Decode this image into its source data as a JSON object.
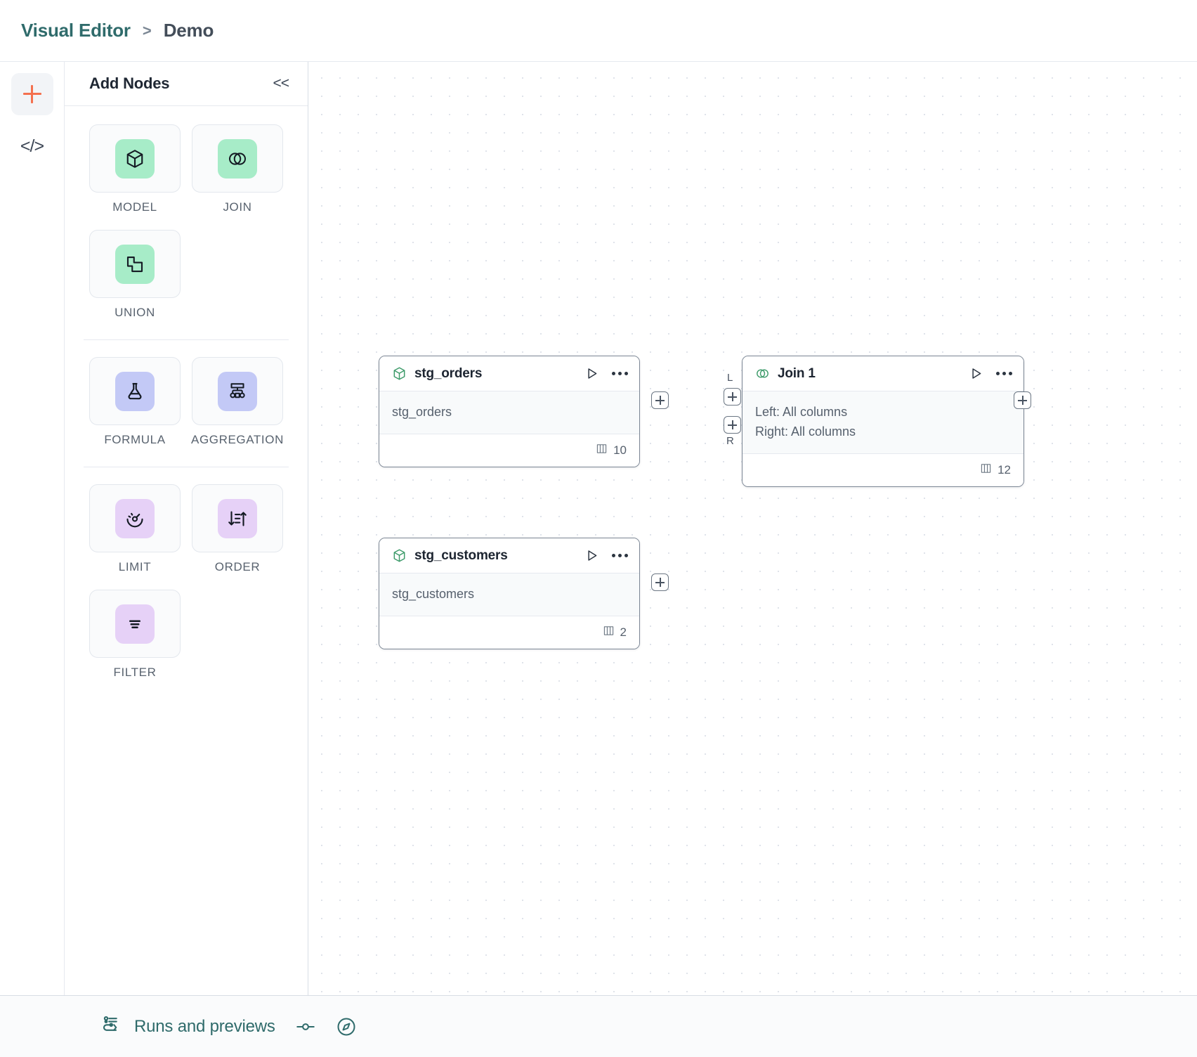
{
  "breadcrumb": {
    "root": "Visual Editor",
    "separator": ">",
    "leaf": "Demo"
  },
  "rail": {
    "items": [
      {
        "name": "add-icon",
        "label": "+"
      },
      {
        "name": "code-icon",
        "label": "</>"
      }
    ]
  },
  "panel": {
    "title": "Add Nodes",
    "collapse_label": "<<",
    "groups": [
      {
        "nodes": [
          {
            "label": "MODEL",
            "icon": "cube-icon",
            "color": "#a7ecc8"
          },
          {
            "label": "JOIN",
            "icon": "venn-icon",
            "color": "#a7ecc8"
          },
          {
            "label": "UNION",
            "icon": "union-shapes-icon",
            "color": "#a7ecc8"
          }
        ]
      },
      {
        "nodes": [
          {
            "label": "FORMULA",
            "icon": "flask-icon",
            "color": "#c3c9f6"
          },
          {
            "label": "AGGREGATION",
            "icon": "hierarchy-icon",
            "color": "#c3c9f6"
          }
        ]
      },
      {
        "nodes": [
          {
            "label": "LIMIT",
            "icon": "gauge-icon",
            "color": "#e6d1f7"
          },
          {
            "label": "ORDER",
            "icon": "sort-icon",
            "color": "#e6d1f7"
          },
          {
            "label": "FILTER",
            "icon": "filter-icon",
            "color": "#e6d1f7"
          }
        ]
      }
    ]
  },
  "canvas": {
    "nodes": [
      {
        "id": "stg_orders",
        "type": "model",
        "icon": "cube-icon",
        "title": "stg_orders",
        "body_lines": [
          "stg_orders"
        ],
        "column_count": "10",
        "column_icon": "columns-icon",
        "run_icon": "play-icon",
        "menu_icon": "ellipsis-icon"
      },
      {
        "id": "stg_customers",
        "type": "model",
        "icon": "cube-icon",
        "title": "stg_customers",
        "body_lines": [
          "stg_customers"
        ],
        "column_count": "2",
        "column_icon": "columns-icon",
        "run_icon": "play-icon",
        "menu_icon": "ellipsis-icon"
      },
      {
        "id": "join_1",
        "type": "join",
        "icon": "venn-icon",
        "title": "Join 1",
        "body_lines": [
          "Left: All columns",
          "Right: All columns"
        ],
        "column_count": "12",
        "column_icon": "columns-icon",
        "run_icon": "play-icon",
        "menu_icon": "ellipsis-icon"
      }
    ],
    "handle_tags": {
      "left": "L",
      "right": "R"
    }
  },
  "bottombar": {
    "runs_label": "Runs and previews",
    "runs_icon": "runs-icon",
    "toggle_icon": "toggle-icon",
    "compass_icon": "compass-icon"
  },
  "colors": {
    "accent_teal": "#2f6b6b",
    "accent_orange": "#f4704e",
    "node_green": "#a7ecc8",
    "node_blue": "#c3c9f6",
    "node_purple": "#e6d1f7",
    "canvas_dot": "#dfe3ea"
  }
}
